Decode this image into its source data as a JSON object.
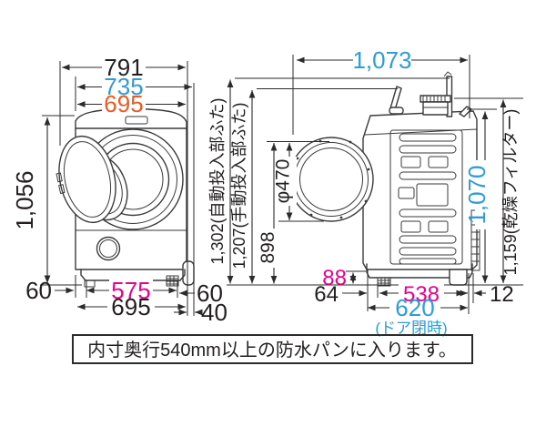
{
  "diagram": {
    "front_view": {
      "width_overall": "791",
      "width_door_closed": "735",
      "width_body": "695",
      "height": "1,056",
      "bottom": {
        "left_inset": "60",
        "feet_span": "575",
        "right_inset": "60",
        "body_width": "695",
        "hose_offset": "40"
      }
    },
    "height_annotations": {
      "auto_dispenser_lid": "1,302(自動投入部ふた)",
      "manual_dispenser_lid": "1,207(手動投入部ふた)",
      "door_opening_top": "898",
      "door_opening_diameter": "φ470"
    },
    "side_view": {
      "depth_door_open": "1,073",
      "height_top": "1,070",
      "height_dry_filter": "1,159(乾燥フィルター)",
      "bottom": {
        "foot_height": "88",
        "front_inset": "64",
        "feet_span": "538",
        "rear_gap": "12",
        "depth_door_closed": "620",
        "door_closed_note": "(ドア閉時)"
      }
    },
    "note": "内寸奥行540mm以上の防水パンに入ります。",
    "colors": {
      "line": "#3a3a3a",
      "text": "#231f20",
      "accent_blue": "#2e9cd8",
      "accent_magenta": "#ec008c",
      "accent_orange": "#f0591f"
    }
  }
}
